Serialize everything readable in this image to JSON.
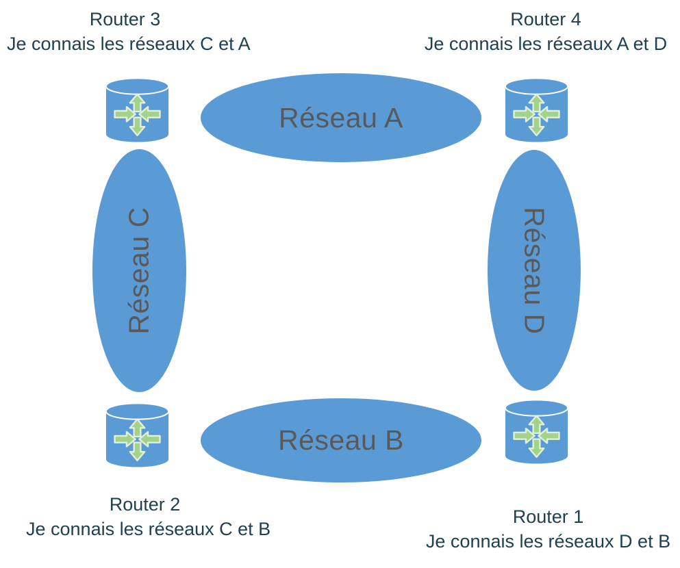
{
  "colors": {
    "page_background": "#FFFFFF",
    "network_fill": "#5B9BD5",
    "network_label_text": "#595959",
    "router_label_text": "#1F4050",
    "arrow_fill": "#A3D28A",
    "arrow_outline": "#E2EFD9",
    "cylinder_top_stroke": "#FFFFFF"
  },
  "networks": {
    "a": {
      "label": "Réseau A"
    },
    "b": {
      "label": "Réseau B"
    },
    "c": {
      "label": "Réseau C"
    },
    "d": {
      "label": "Réseau D"
    }
  },
  "routers": {
    "r1": {
      "name": "Router 1",
      "statement": "Je connais les réseaux D et B"
    },
    "r2": {
      "name": "Router 2",
      "statement": "Je connais les réseaux C et B"
    },
    "r3": {
      "name": "Router 3",
      "statement": "Je connais les réseaux C et A"
    },
    "r4": {
      "name": "Router 4",
      "statement": "Je connais les réseaux A et D"
    }
  }
}
